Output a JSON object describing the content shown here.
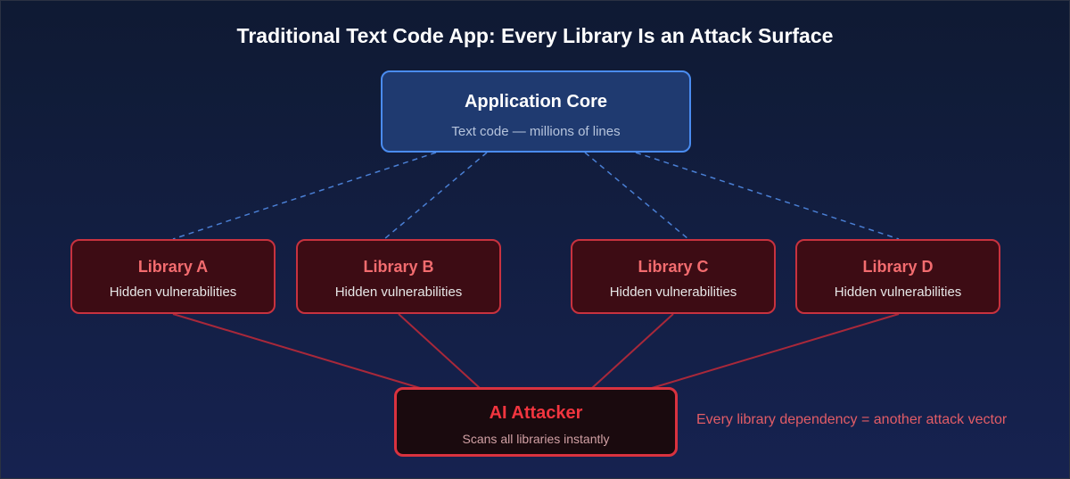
{
  "title": "Traditional Text Code App: Every Library Is an Attack Surface",
  "core": {
    "name": "Application Core",
    "description": "Text code — millions of lines"
  },
  "libraries": [
    {
      "name": "Library A",
      "description": "Hidden vulnerabilities"
    },
    {
      "name": "Library B",
      "description": "Hidden vulnerabilities"
    },
    {
      "name": "Library C",
      "description": "Hidden vulnerabilities"
    },
    {
      "name": "Library D",
      "description": "Hidden vulnerabilities"
    }
  ],
  "attacker": {
    "name": "AI Attacker",
    "description": "Scans all libraries instantly"
  },
  "note": "Every library dependency = another attack vector",
  "colors": {
    "background": "#121c3e",
    "core_border": "#4a8cf0",
    "core_fill": "#1f3a70",
    "library_border": "#c8323f",
    "library_fill": "#3d0c14",
    "attacker_border": "#d9323f",
    "dependency_link": "#4a7fd4",
    "attack_link": "#a8283a"
  }
}
